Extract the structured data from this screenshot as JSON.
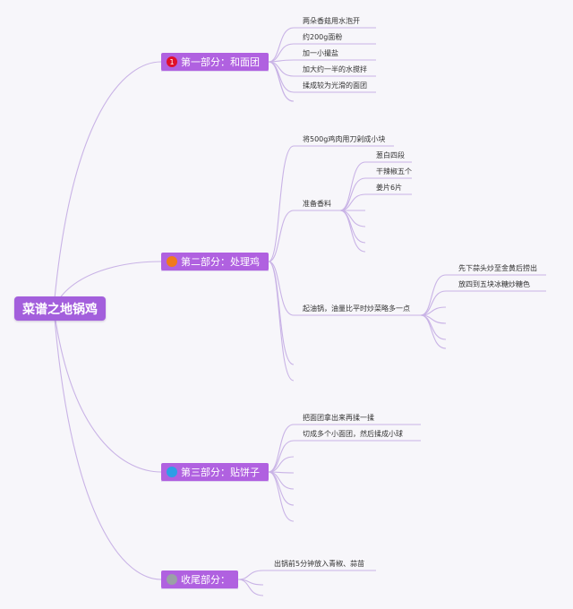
{
  "root": {
    "label": "菜谱之地锅鸡"
  },
  "colors": {
    "line": "#c9b3e6",
    "node_bg": "#b061e0",
    "root_bg": "#a35fdc",
    "marker_1": "#e0102b",
    "marker_2": "#f07a1c",
    "marker_3": "#2e9ee6",
    "marker_4": "#9aa0a6"
  },
  "branches": [
    {
      "label": "第一部分：和面团",
      "marker_color": "#e0102b",
      "marker_text": "1",
      "items": [
        "两朵香菇用水泡开",
        "约200g面粉",
        "加一小撮盐",
        "加大约一半的水搅拌",
        "揉成较为光滑的面团"
      ]
    },
    {
      "label": "第二部分：处理鸡",
      "marker_color": "#f07a1c",
      "marker_text": "",
      "items": [
        "将500g鸡肉用刀剁成小块",
        "准备香料",
        "起油锅，油量比平时炒菜略多一点"
      ],
      "spice_items": [
        "葱白四段",
        "干辣椒五个",
        "姜片6片"
      ],
      "oil_items": [
        "先下蒜头炒至金黄后捞出",
        "放四到五块冰糖炒糖色"
      ]
    },
    {
      "label": "第三部分：贴饼子",
      "marker_color": "#2e9ee6",
      "marker_text": "",
      "items": [
        "把面团拿出来再揉一揉",
        "切成多个小面团，然后揉成小球"
      ]
    },
    {
      "label": "收尾部分：",
      "marker_color": "#9aa0a6",
      "marker_text": "",
      "items": [
        "出锅前5分钟放入青椒、蒜苗"
      ]
    }
  ]
}
